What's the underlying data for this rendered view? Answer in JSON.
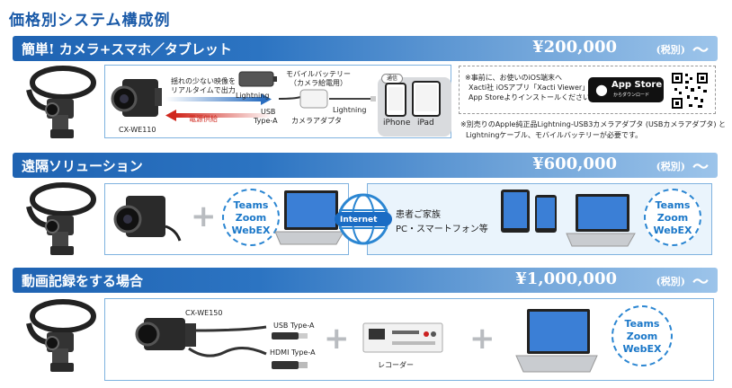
{
  "page_title": "価格別システム構成例",
  "sections": [
    {
      "label": "簡単! カメラ+スマホ／タブレット",
      "price": "¥200,000",
      "tax": "(税別)",
      "tilde": "〜"
    },
    {
      "label": "遠隔ソリューション",
      "price": "¥600,000",
      "tax": "(税別)",
      "tilde": "〜"
    },
    {
      "label": "動画記録をする場合",
      "price": "¥1,000,000",
      "tax": "(税別)",
      "tilde": "〜"
    }
  ],
  "sec1": {
    "camera_model": "CX-WE110",
    "low_delay_line1": "揺れの少ない映像を",
    "low_delay_line2": "リアルタイムで出力",
    "lightning1": "Lightning",
    "power_supply": "電源供給",
    "usb_line1": "USB",
    "usb_line2": "Type-A",
    "battery_line1": "モバイルバッテリー",
    "battery_line2": "（カメラ給電用）",
    "adapter": "カメラアダプタ",
    "lightning2": "Lightning",
    "tsushin": "通信",
    "iphone": "iPhone",
    "ipad": "iPad",
    "notice_1": "※事前に、お使いのiOS端末へ",
    "notice_2": "Xacti社 iOSアプリ「Xacti Viewer」を",
    "notice_3": "App Storeよりインストールください。",
    "appstore_1": "App Store",
    "appstore_2": "からダウンロード",
    "footnote_1": "※別売りのApple純正品Lightning-USB3カメラアダプタ (USBカメラアダプタ) と",
    "footnote_2": "Lightningケーブル、モバイルバッテリーが必要です。"
  },
  "sec2": {
    "svc_1": "Teams",
    "svc_2": "Zoom",
    "svc_3": "WebEX",
    "internet": "Internet",
    "family": "患者ご家族",
    "devices": "PC・スマートフォン等"
  },
  "sec3": {
    "camera_model": "CX-WE150",
    "usb": "USB Type-A",
    "hdmi": "HDMI Type-A",
    "recorder": "レコーダー"
  },
  "colors": {
    "brand_blue": "#1f63b2",
    "service_blue": "#1a77c8",
    "power_red": "#d0281e"
  }
}
